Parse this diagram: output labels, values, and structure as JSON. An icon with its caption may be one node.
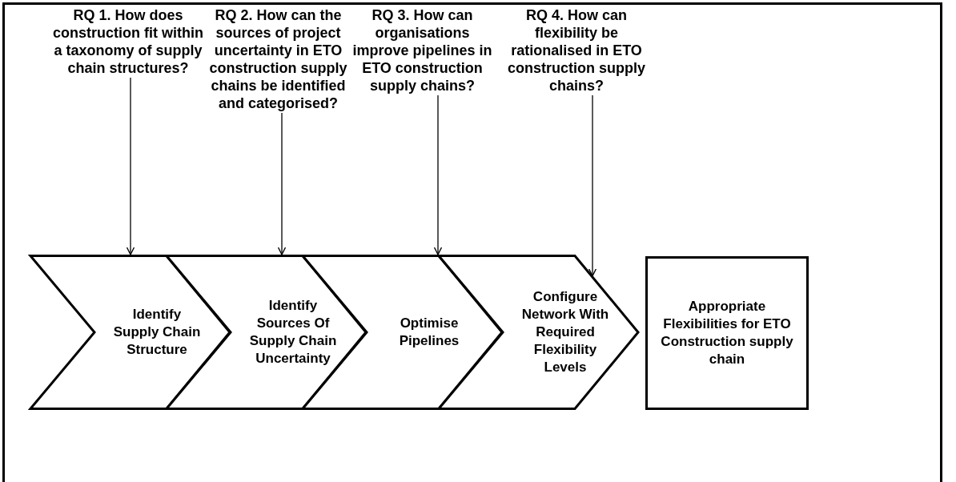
{
  "diagram": {
    "nodes": [
      {
        "text": [
          "RQ 1. How does construction fit within a taxonomy of supply chain structures?"
        ]
      },
      {
        "text": [
          "RQ 2. How can the sources of project uncertainty in ETO construction supply chains be identified and categorised?"
        ]
      },
      {
        "text": [
          "RQ 3. How can organisations improve pipelines in ETO construction supply chains?"
        ]
      },
      {
        "text": [
          "RQ 4. How can flexibility be rationalised in ETO construction supply chains?"
        ]
      },
      {
        "text": [
          "Identify Supply Chain Structure"
        ]
      },
      {
        "text": [
          "Identify Sources Of Supply Chain Uncertainty"
        ]
      },
      {
        "text": [
          "Optimise Pipelines"
        ]
      },
      {
        "text": [
          "Configure Network With Required Flexibility Levels"
        ]
      },
      {
        "text": [
          "Appropriate Flexibilities for ETO Construction supply chain"
        ]
      }
    ],
    "edges": [
      {
        "from": 0,
        "to": 4,
        "arrow": "to"
      },
      {
        "from": 1,
        "to": 5,
        "arrow": "to"
      },
      {
        "from": 2,
        "to": 6,
        "arrow": "to"
      },
      {
        "from": 3,
        "to": 7,
        "arrow": "to"
      }
    ]
  }
}
